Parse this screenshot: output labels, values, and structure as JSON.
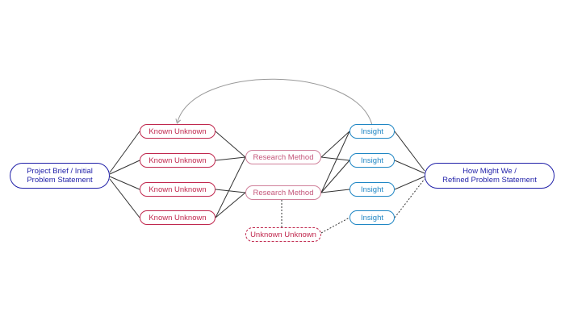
{
  "nodes": {
    "brief": {
      "line1": "Project Brief / Initial",
      "line2": "Problem Statement"
    },
    "known": [
      "Known Unknown",
      "Known Unknown",
      "Known Unknown",
      "Known Unknown"
    ],
    "research": [
      "Research Method",
      "Research Method"
    ],
    "unknown": "Unknown Unknown",
    "insights": [
      "Insight",
      "Insight",
      "Insight",
      "Insight"
    ],
    "hmw": {
      "line1": "How Might We /",
      "line2": "Refined Problem Statement"
    }
  },
  "colors": {
    "primary_blue": "#1f1fa8",
    "known_red": "#c0284e",
    "research_pink": "#c4567a",
    "insight_blue": "#1f86c4",
    "connector": "#333333",
    "loop_arrow": "#999999"
  }
}
